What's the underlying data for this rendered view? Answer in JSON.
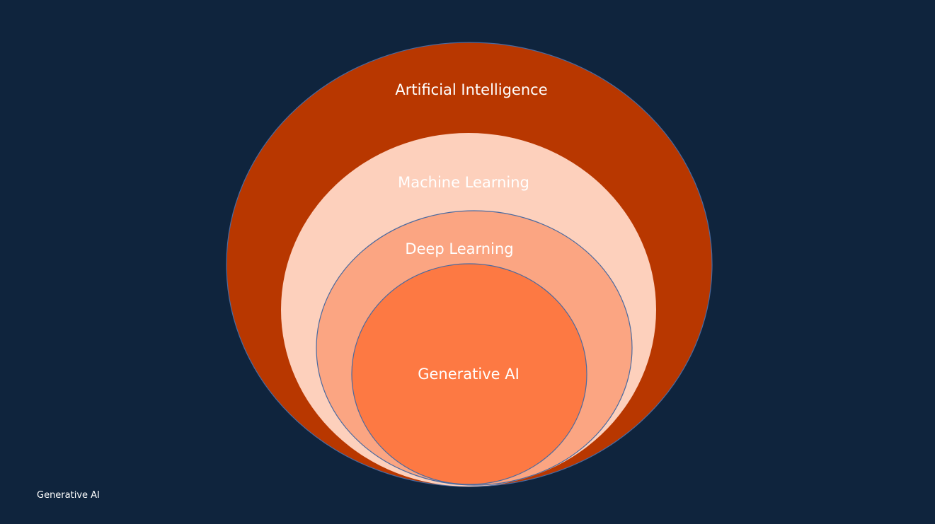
{
  "diagram": {
    "layers": [
      {
        "label": "Artificial Intelligence",
        "color": "#b83700"
      },
      {
        "label": "Machine Learning",
        "color": "#fdd0bc"
      },
      {
        "label": "Deep Learning",
        "color": "#fba582"
      },
      {
        "label": "Generative AI",
        "color": "#fd7943"
      }
    ]
  },
  "footer": {
    "text": "Generative AI"
  }
}
